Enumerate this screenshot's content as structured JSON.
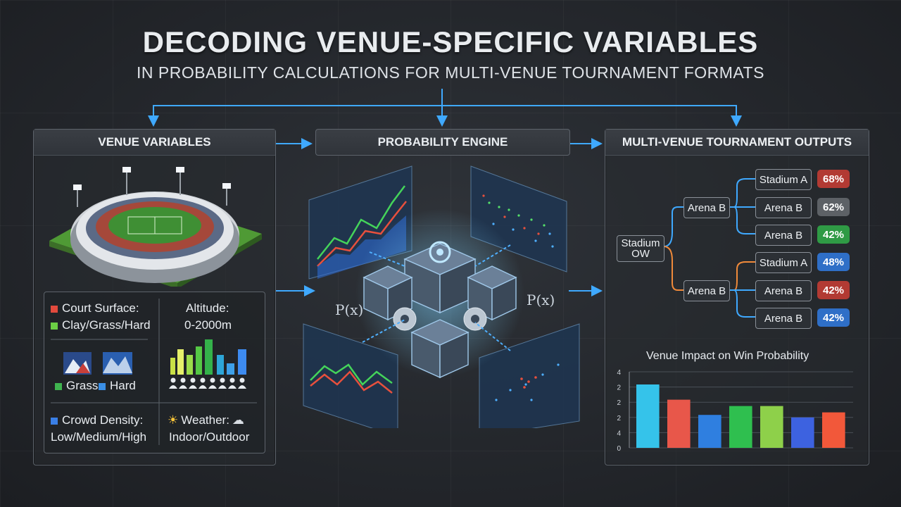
{
  "header": {
    "title": "DECODING VENUE-SPECIFIC VARIABLES",
    "subtitle": "IN PROBABILITY CALCULATIONS FOR MULTI-VENUE TOURNAMENT FORMATS"
  },
  "left_panel": {
    "title": "VENUE VARIABLES",
    "court_surface_label": "Court Surface:",
    "court_surface_value": "Clay/Grass/Hard",
    "altitude_label": "Altitude:",
    "altitude_value": "0-2000m",
    "grass_label": "Grass",
    "hard_label": "Hard",
    "crowd_label": "Crowd Density:",
    "crowd_value": "Low/Medium/High",
    "weather_label": "Weather:",
    "weather_value": "Indoor/Outdoor"
  },
  "center_panel": {
    "title": "PROBABILITY ENGINE",
    "formula_left": "P(x)",
    "formula_right": "P(x)"
  },
  "right_panel": {
    "title": "MULTI-VENUE TOURNAMENT OUTPUTS",
    "root_line1": "Stadium",
    "root_line2": "OW",
    "branch_top": "Arena B",
    "branch_bottom": "Arena B",
    "leaves": [
      {
        "label": "Stadium A",
        "pct": "68%",
        "color": "#b23a33"
      },
      {
        "label": "Arena B",
        "pct": "62%",
        "color": "#5d6166"
      },
      {
        "label": "Arena B",
        "pct": "42%",
        "color": "#2f9a45"
      },
      {
        "label": "Stadium A",
        "pct": "48%",
        "color": "#2f6fc7"
      },
      {
        "label": "Arena B",
        "pct": "42%",
        "color": "#b23a33"
      },
      {
        "label": "Arena B",
        "pct": "42%",
        "color": "#2f6fc7"
      }
    ]
  },
  "chart_data": {
    "type": "bar",
    "title": "Venue Impact on Win Probability",
    "ytick_labels": [
      "0",
      "4",
      "2",
      "2",
      "2",
      "4"
    ],
    "ylim": [
      0,
      6
    ],
    "grid": true,
    "values": [
      5.0,
      3.8,
      2.6,
      3.3,
      3.3,
      2.4,
      2.8
    ],
    "colors": [
      "#35c3ea",
      "#e8574a",
      "#2f7fe0",
      "#2fbf4f",
      "#8ed04a",
      "#3d62e0",
      "#f2583a"
    ]
  },
  "colors": {
    "accent": "#3fa9ff",
    "panel_border": "#5d636b",
    "background": "#24272c"
  }
}
